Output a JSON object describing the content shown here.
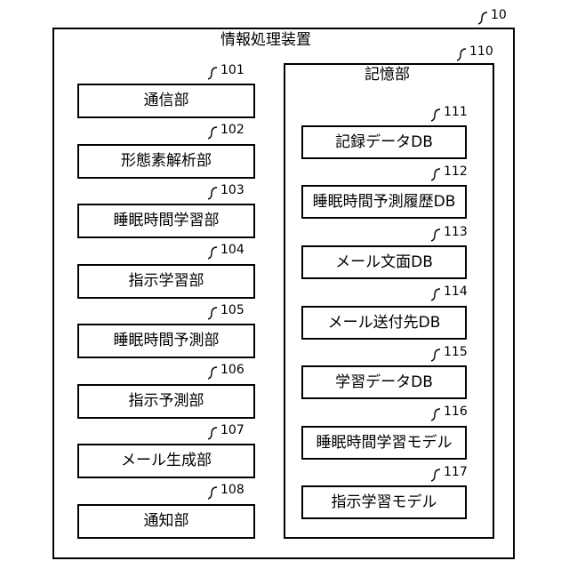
{
  "device": {
    "ref": "10",
    "title": "情報処理装置"
  },
  "modules": [
    {
      "ref": "101",
      "label": "通信部"
    },
    {
      "ref": "102",
      "label": "形態素解析部"
    },
    {
      "ref": "103",
      "label": "睡眠時間学習部"
    },
    {
      "ref": "104",
      "label": "指示学習部"
    },
    {
      "ref": "105",
      "label": "睡眠時間予測部"
    },
    {
      "ref": "106",
      "label": "指示予測部"
    },
    {
      "ref": "107",
      "label": "メール生成部"
    },
    {
      "ref": "108",
      "label": "通知部"
    }
  ],
  "storage": {
    "ref": "110",
    "title": "記憶部",
    "items": [
      {
        "ref": "111",
        "label": "記録データDB"
      },
      {
        "ref": "112",
        "label": "睡眠時間予測履歴DB"
      },
      {
        "ref": "113",
        "label": "メール文面DB"
      },
      {
        "ref": "114",
        "label": "メール送付先DB"
      },
      {
        "ref": "115",
        "label": "学習データDB"
      },
      {
        "ref": "116",
        "label": "睡眠時間学習モデル"
      },
      {
        "ref": "117",
        "label": "指示学習モデル"
      }
    ]
  }
}
